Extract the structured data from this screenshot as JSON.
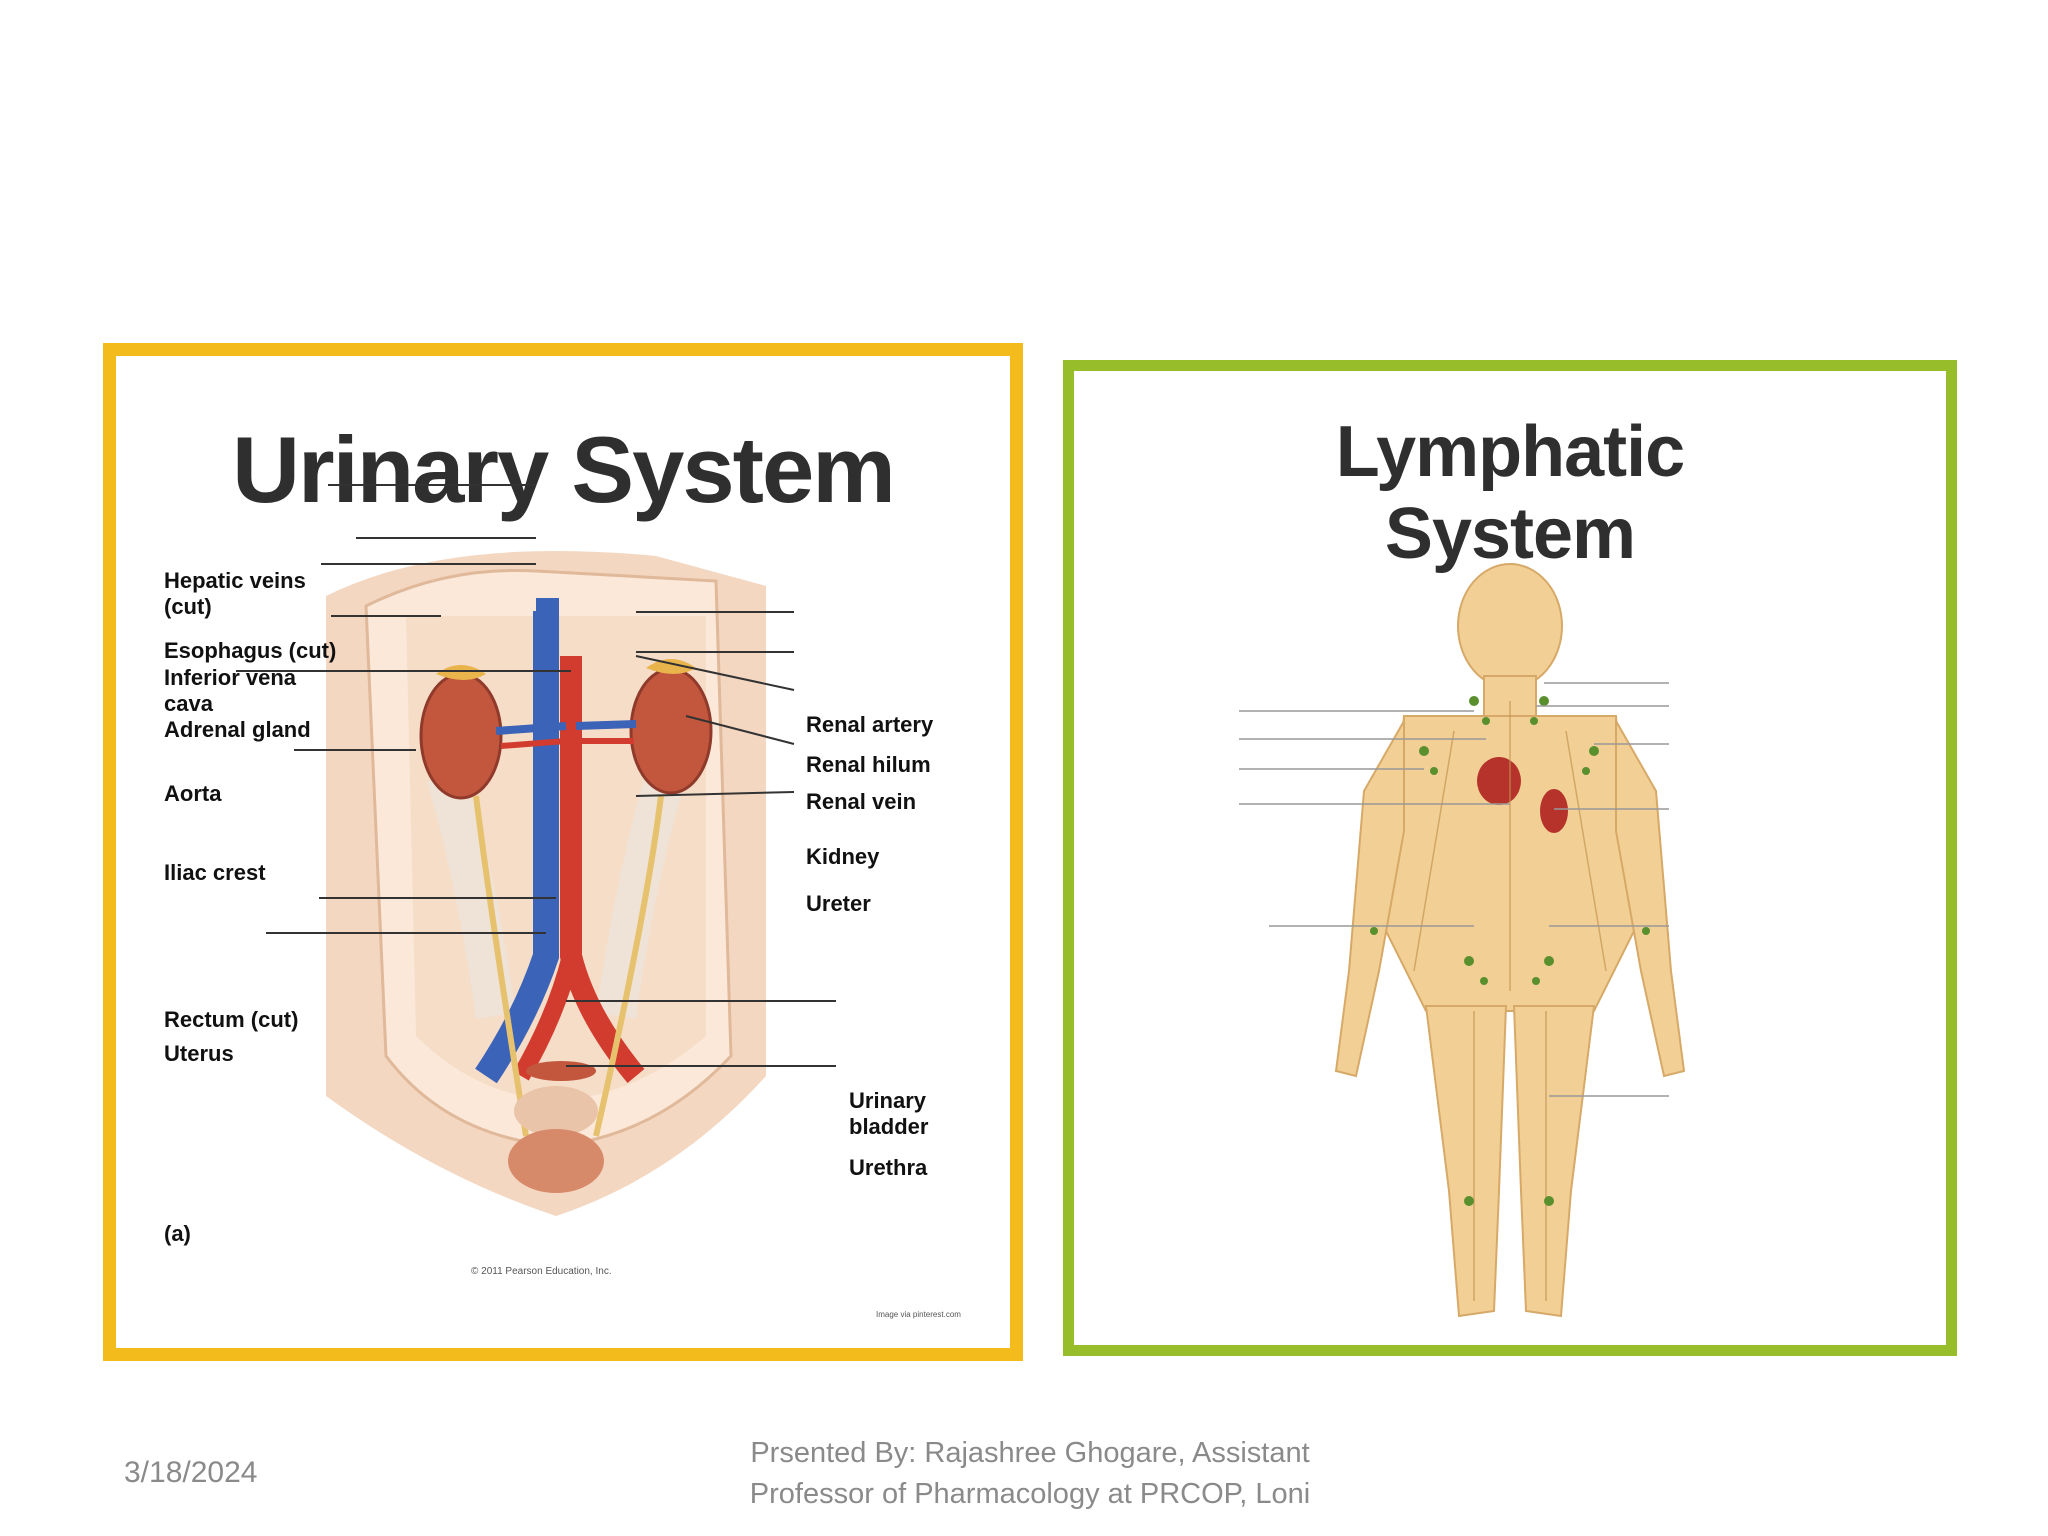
{
  "urinary": {
    "title": "Urinary System",
    "labels": {
      "hepatic_veins": "Hepatic veins\n(cut)",
      "esophagus": "Esophagus (cut)",
      "ivc": "Inferior vena\ncava",
      "adrenal": "Adrenal gland",
      "aorta": "Aorta",
      "iliac": "Iliac crest",
      "rectum": "Rectum (cut)",
      "uterus": "Uterus",
      "renal_artery": "Renal artery",
      "renal_hilum": "Renal hilum",
      "renal_vein": "Renal vein",
      "kidney": "Kidney",
      "ureter": "Ureter",
      "bladder": "Urinary\nbladder",
      "urethra": "Urethra",
      "part": "(a)"
    },
    "copyright": "© 2011 Pearson Education, Inc.",
    "source": "Image via pinterest.com"
  },
  "lymph": {
    "title": "Lymphatic\nSystem"
  },
  "footer": {
    "date": "3/18/2024",
    "presenter": "Prsented By: Rajashree Ghogare, Assistant\nProfessor of Pharmacology at PRCOP, Loni"
  },
  "colors": {
    "urinary_border": "#f4bb1d",
    "lymph_border": "#97bd2b",
    "footer_text": "#8a8a8a"
  }
}
